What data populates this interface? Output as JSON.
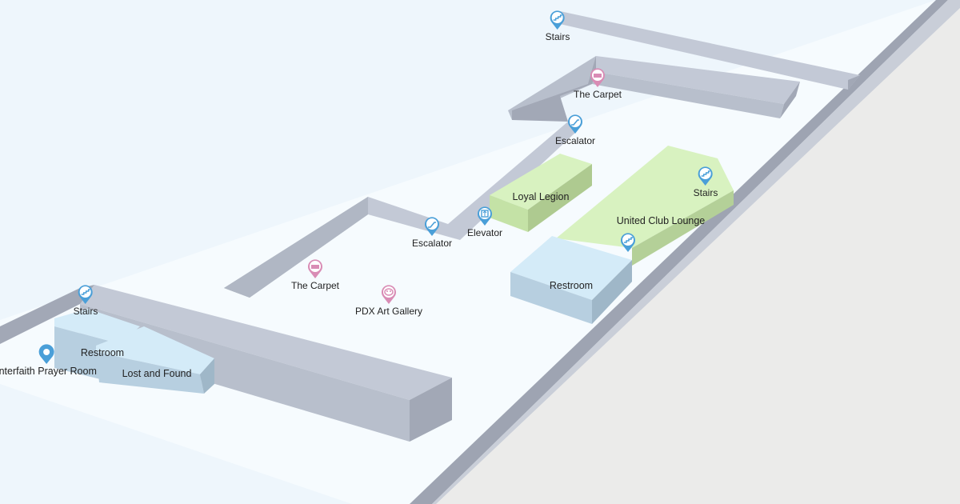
{
  "map": {
    "colors": {
      "background": "#eef6fc",
      "floor": "#f6fbfe",
      "wall_top": "#c3c9d6",
      "wall_side": "#a2a8b6",
      "lounge": "#d8f2c0",
      "restroom": "#d4ebf8",
      "pin_blue": "#4a9fd8",
      "pin_pink": "#d98cb5",
      "terrain": "#ebebea"
    },
    "areas": [
      {
        "label": "Loyal Legion"
      },
      {
        "label": "United Club Lounge"
      },
      {
        "label": "Restroom"
      },
      {
        "label": "Restroom"
      },
      {
        "label": "Lost and Found"
      }
    ],
    "pois": [
      {
        "label": "Stairs",
        "icon": "stairs-icon"
      },
      {
        "label": "The Carpet",
        "icon": "carpet-icon"
      },
      {
        "label": "Escalator",
        "icon": "escalator-icon"
      },
      {
        "label": "Stairs",
        "icon": "stairs-icon"
      },
      {
        "label": "Escalator",
        "icon": "escalator-icon"
      },
      {
        "label": "Elevator",
        "icon": "elevator-icon"
      },
      {
        "label": "The Carpet",
        "icon": "carpet-icon"
      },
      {
        "label": "PDX Art Gallery",
        "icon": "art-gallery-icon"
      },
      {
        "label": "Stairs",
        "icon": "stairs-icon"
      },
      {
        "label": "",
        "icon": "stairs-icon"
      },
      {
        "label": "Interfaith Prayer Room",
        "icon": "location-pin-icon"
      }
    ]
  }
}
